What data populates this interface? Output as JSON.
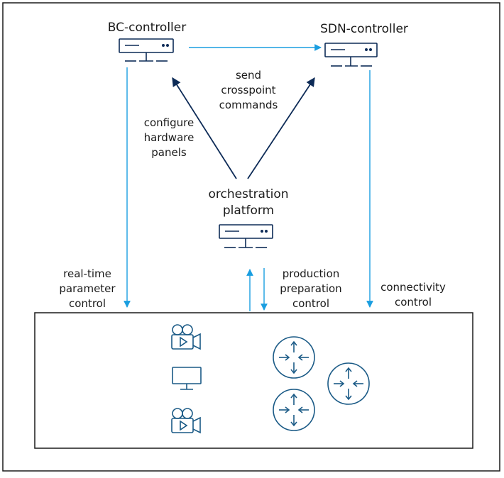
{
  "nodes": {
    "bc_controller": "BC-controller",
    "sdn_controller": "SDN-controller",
    "orchestration": [
      "orchestration",
      "platform"
    ]
  },
  "edge_labels": {
    "send_crosspoint": [
      "send",
      "crosspoint",
      "commands"
    ],
    "configure_hardware": [
      "configure",
      "hardware",
      "panels"
    ],
    "realtime": [
      "real-time",
      "parameter",
      "control"
    ],
    "production": [
      "production",
      "preparation",
      "control"
    ],
    "connectivity": [
      "connectivity",
      "control"
    ]
  },
  "colors": {
    "light_arrow": "#1a9ee0",
    "dark_arrow": "#0d2b57",
    "icon": "#1a5a86",
    "device": "#0d2b57",
    "frame": "#1a1a1a"
  }
}
